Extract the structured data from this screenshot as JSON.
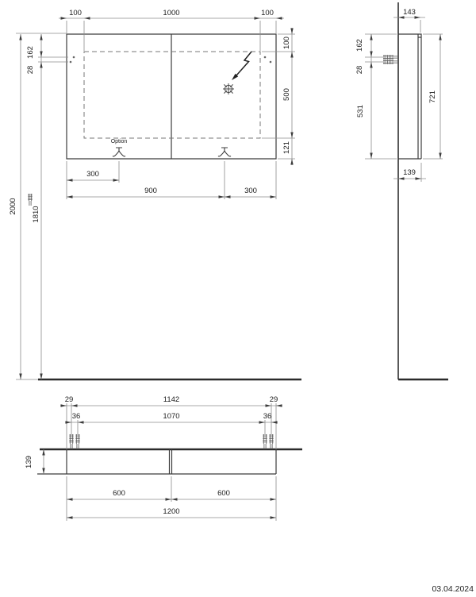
{
  "date": "03.04.2024",
  "front_view": {
    "option_label": "Option",
    "dims": {
      "top_left": "100",
      "top_center": "1000",
      "top_right": "100",
      "right_top": "100",
      "right_mid": "500",
      "right_bottom": "121",
      "height_total": "2000",
      "height_anchor": "1810",
      "anchor_from_top": "162",
      "anchor_gap": "28",
      "bottom_left": "300",
      "bottom_mid": "900",
      "bottom_right": "300"
    }
  },
  "side_view": {
    "dims": {
      "depth_top": "143",
      "anchor_from_top": "162",
      "anchor_gap": "28",
      "anchor_to_bottom": "531",
      "height": "721",
      "depth_bottom": "139"
    }
  },
  "plan_view": {
    "dims": {
      "edge_to_anchor_left": "29",
      "anchors_outer": "1142",
      "edge_to_anchor_right": "29",
      "anchor_gap_left": "36",
      "anchors_inner": "1070",
      "anchor_gap_right": "36",
      "depth": "139",
      "door_left": "600",
      "door_right": "600",
      "width_total": "1200"
    }
  }
}
